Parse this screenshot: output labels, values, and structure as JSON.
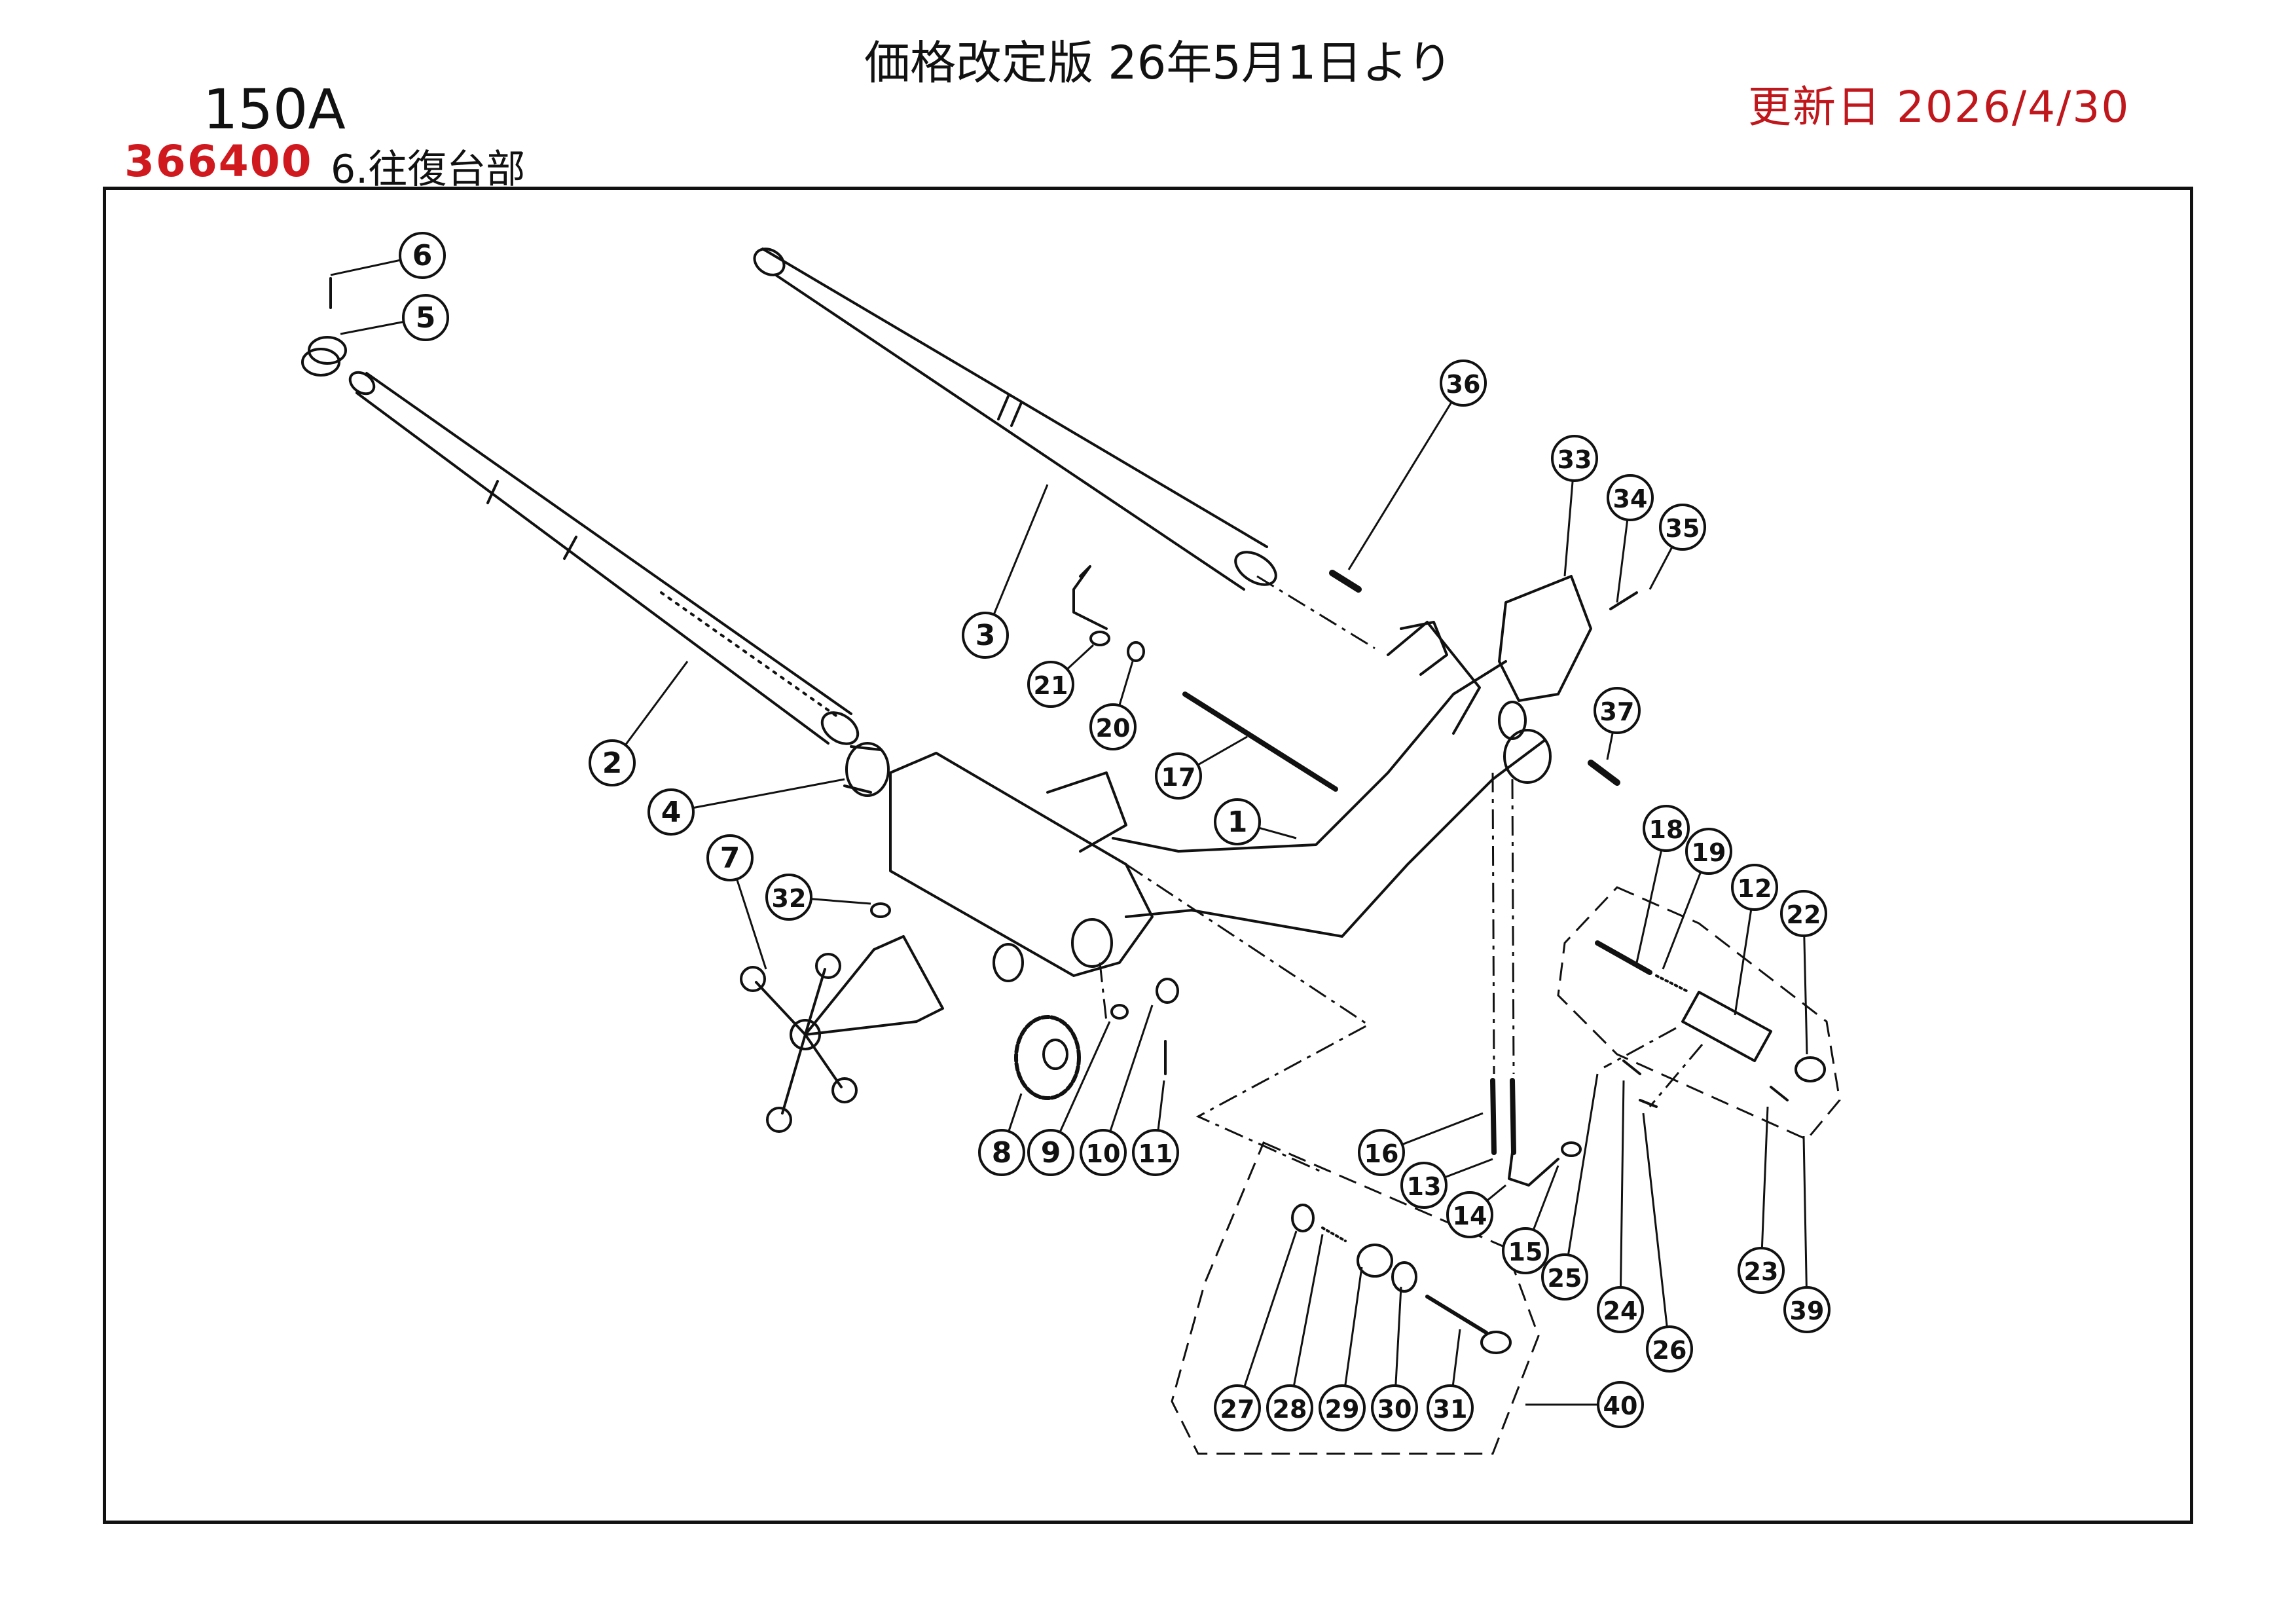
{
  "header": {
    "price_notice": "価格改定版 26年5月1日より",
    "update_date": "更新日  2026/4/30",
    "model": "150A",
    "part_code": "366400",
    "section": "6.往復台部"
  },
  "callouts": [
    "1",
    "2",
    "3",
    "4",
    "5",
    "6",
    "7",
    "8",
    "9",
    "10",
    "11",
    "12",
    "13",
    "14",
    "15",
    "16",
    "17",
    "18",
    "19",
    "20",
    "21",
    "22",
    "23",
    "24",
    "25",
    "26",
    "27",
    "28",
    "29",
    "30",
    "31",
    "32",
    "33",
    "34",
    "35",
    "36",
    "37",
    "39",
    "40"
  ],
  "colors": {
    "accent_red": "#d0191f",
    "line": "#111111"
  }
}
